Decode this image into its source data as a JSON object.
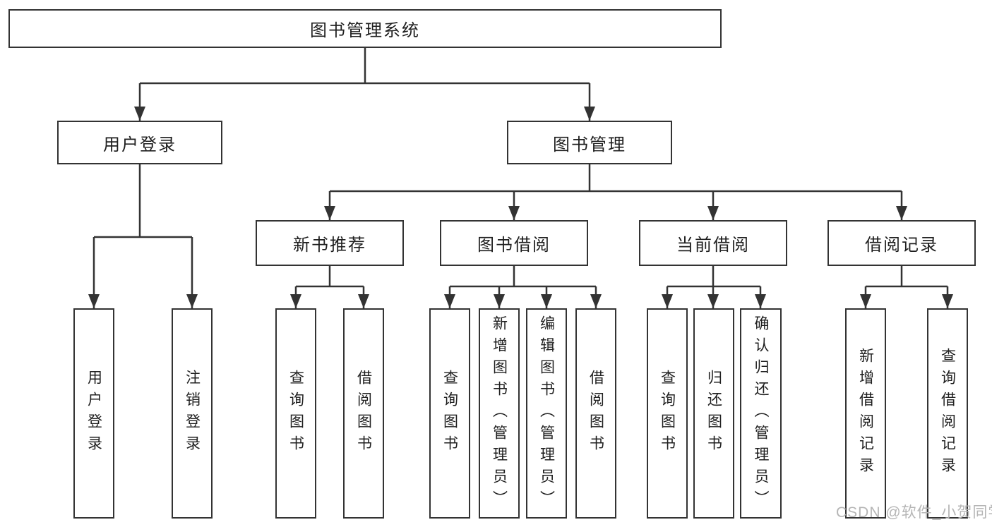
{
  "tree": {
    "label": "图书管理系统",
    "children": [
      {
        "label": "用户登录",
        "children": [
          {
            "label": "用户登录"
          },
          {
            "label": "注销登录"
          }
        ]
      },
      {
        "label": "图书管理",
        "children": [
          {
            "label": "新书推荐",
            "children": [
              {
                "label": "查询图书"
              },
              {
                "label": "借阅图书"
              }
            ]
          },
          {
            "label": "图书借阅",
            "children": [
              {
                "label": "查询图书"
              },
              {
                "label": "新增图书（管理员）"
              },
              {
                "label": "编辑图书（管理员）"
              },
              {
                "label": "借阅图书"
              }
            ]
          },
          {
            "label": "当前借阅",
            "children": [
              {
                "label": "查询图书"
              },
              {
                "label": "归还图书"
              },
              {
                "label": "确认归还（管理员）"
              }
            ]
          },
          {
            "label": "借阅记录",
            "children": [
              {
                "label": "新增借阅记录"
              },
              {
                "label": "查询借阅记录"
              }
            ]
          }
        ]
      }
    ]
  },
  "watermark": "CSDN @软件_小贺同学",
  "colors": {
    "line": "#333333",
    "box_border": "#333333",
    "text": "#1f1f1f",
    "watermark": "#b5b5b5",
    "background": "#ffffff"
  }
}
